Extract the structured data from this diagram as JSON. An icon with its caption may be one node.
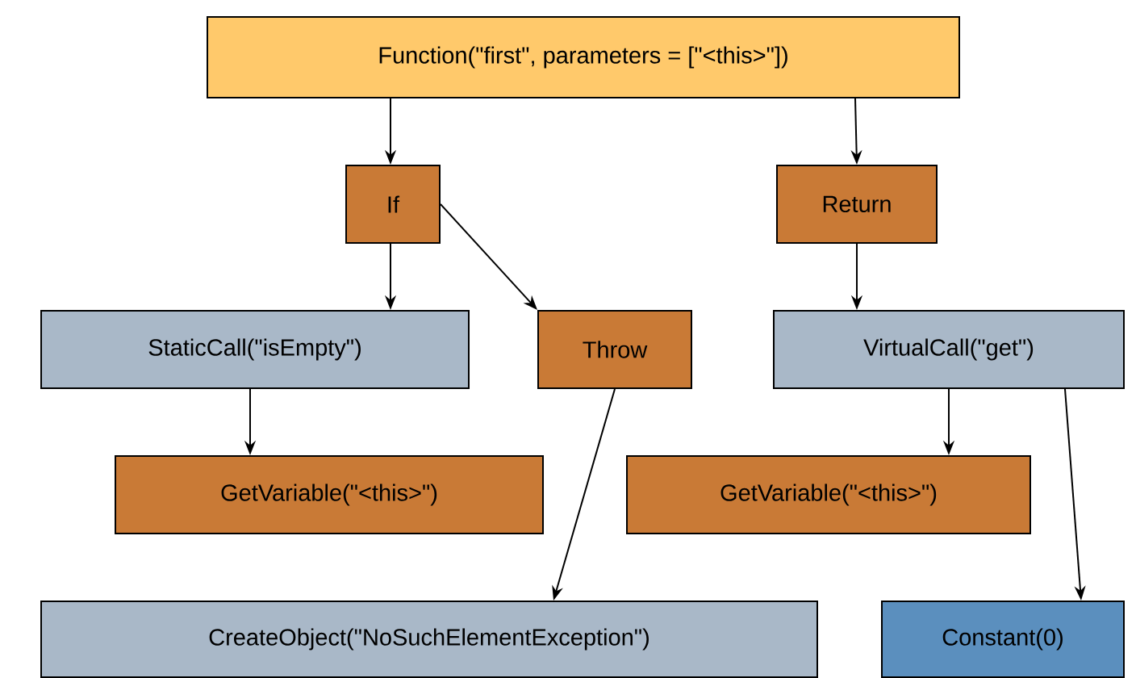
{
  "diagram": {
    "nodes": [
      {
        "text": [
          "Function(\"first\", parameters = [\"<this>\"])"
        ]
      },
      {
        "text": [
          "If"
        ]
      },
      {
        "text": [
          "Return"
        ]
      },
      {
        "text": [
          "StaticCall(\"isEmpty\")"
        ]
      },
      {
        "text": [
          "Throw"
        ]
      },
      {
        "text": [
          "VirtualCall(\"get\")"
        ]
      },
      {
        "text": [
          "GetVariable(\"<this>\")"
        ]
      },
      {
        "text": [
          "GetVariable(\"<this>\")"
        ]
      },
      {
        "text": [
          "CreateObject(\"NoSuchElementException\")"
        ]
      },
      {
        "text": [
          "Constant(0)"
        ]
      }
    ],
    "edges": [
      {
        "from": 0,
        "to": 1,
        "arrow": "to"
      },
      {
        "from": 0,
        "to": 2,
        "arrow": "to"
      },
      {
        "from": 1,
        "to": 3,
        "arrow": "to"
      },
      {
        "from": 1,
        "to": 4,
        "arrow": "to"
      },
      {
        "from": 2,
        "to": 5,
        "arrow": "to"
      },
      {
        "from": 3,
        "to": 6,
        "arrow": "to"
      },
      {
        "from": 4,
        "to": 8,
        "arrow": "to"
      },
      {
        "from": 5,
        "to": 7,
        "arrow": "to"
      },
      {
        "from": 5,
        "to": 9,
        "arrow": "to"
      }
    ]
  }
}
